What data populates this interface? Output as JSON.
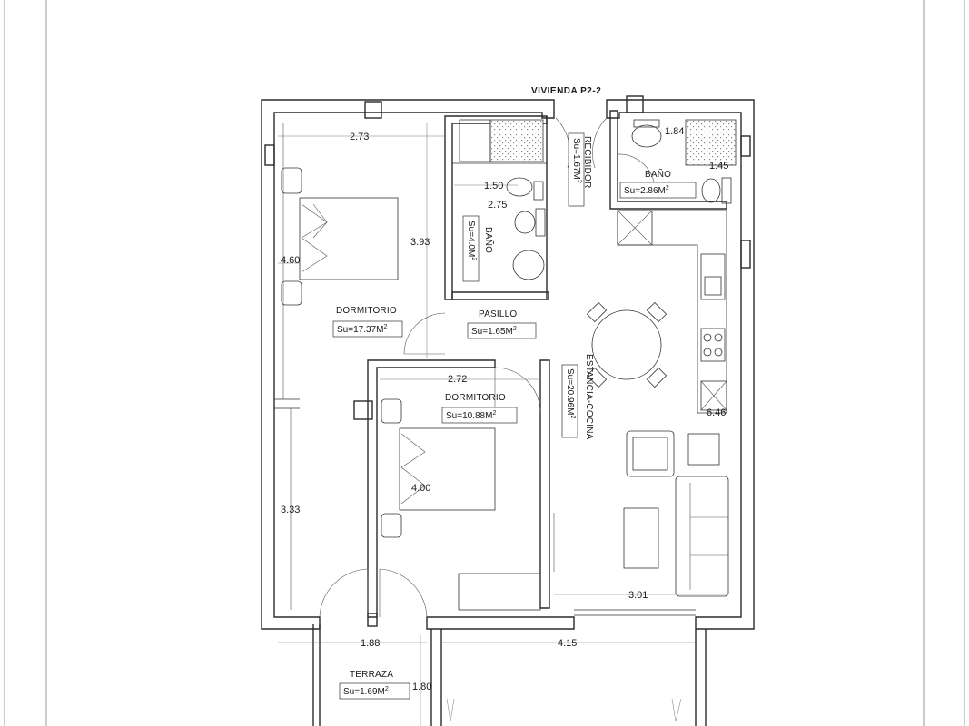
{
  "title": "VIVIENDA P2-2",
  "rooms": {
    "dormitorio1": {
      "name": "DORMITORIO",
      "area": "Su=17.37M",
      "sup": "2"
    },
    "dormitorio2": {
      "name": "DORMITORIO",
      "area": "Su=10.88M",
      "sup": "2"
    },
    "pasillo": {
      "name": "PASILLO",
      "area": "Su=1.65M",
      "sup": "2"
    },
    "bano1": {
      "name": "BAÑO",
      "area": "Su=4.0M",
      "sup": "2"
    },
    "bano2": {
      "name": "BAÑO",
      "area": "Su=2.86M",
      "sup": "2"
    },
    "recibidor": {
      "name": "RECIBIDOR",
      "area": "Su=1.67M",
      "sup": "2"
    },
    "estancia": {
      "name": "ESTANCIA-COCINA",
      "area": "Su=20.96M",
      "sup": "2"
    },
    "terraza": {
      "name": "TERRAZA",
      "area": "Su=1.69M",
      "sup": "2"
    }
  },
  "dimensions": {
    "d273": "2.73",
    "d393": "3.93",
    "d460": "4.60",
    "d150": "1.50",
    "d275": "2.75",
    "d184": "1.84",
    "d145": "1.45",
    "d272": "2.72",
    "d400": "4.00",
    "d333": "3.33",
    "d646": "6.46",
    "d301": "3.01",
    "d188": "1.88",
    "d415": "4.15",
    "d180": "1.80"
  }
}
